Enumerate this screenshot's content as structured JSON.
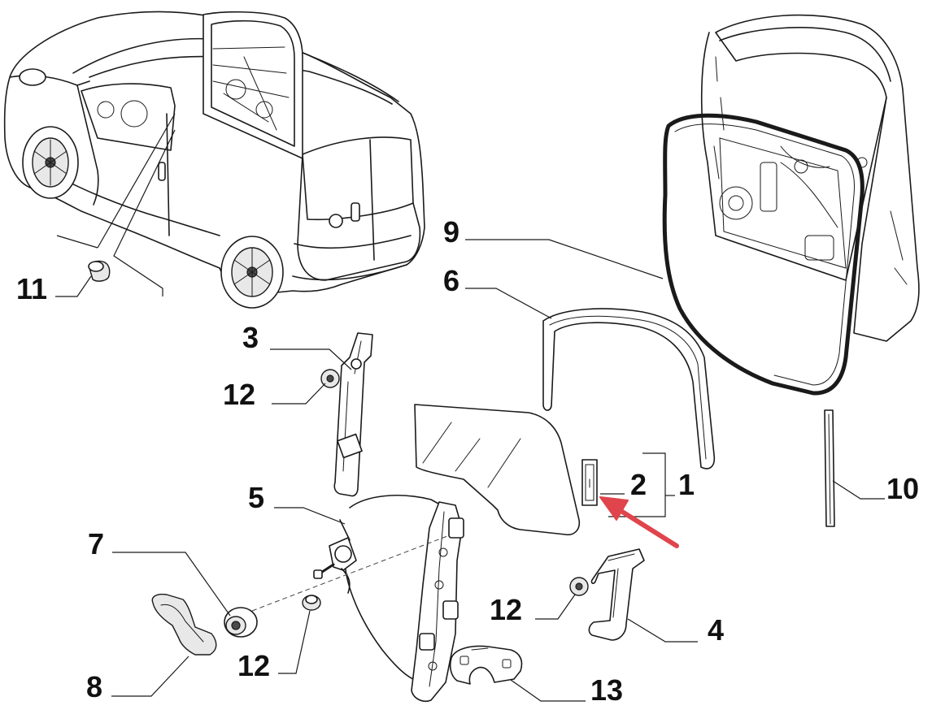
{
  "callouts": {
    "c1": "1",
    "c2": "2",
    "c3": "3",
    "c4": "4",
    "c5": "5",
    "c6": "6",
    "c7": "7",
    "c8": "8",
    "c9": "9",
    "c10": "10",
    "c11": "11",
    "c12a": "12",
    "c12b": "12",
    "c12c": "12",
    "c13": "13"
  },
  "colors": {
    "arrow": "#e0444c",
    "line": "#1a1a1a"
  }
}
